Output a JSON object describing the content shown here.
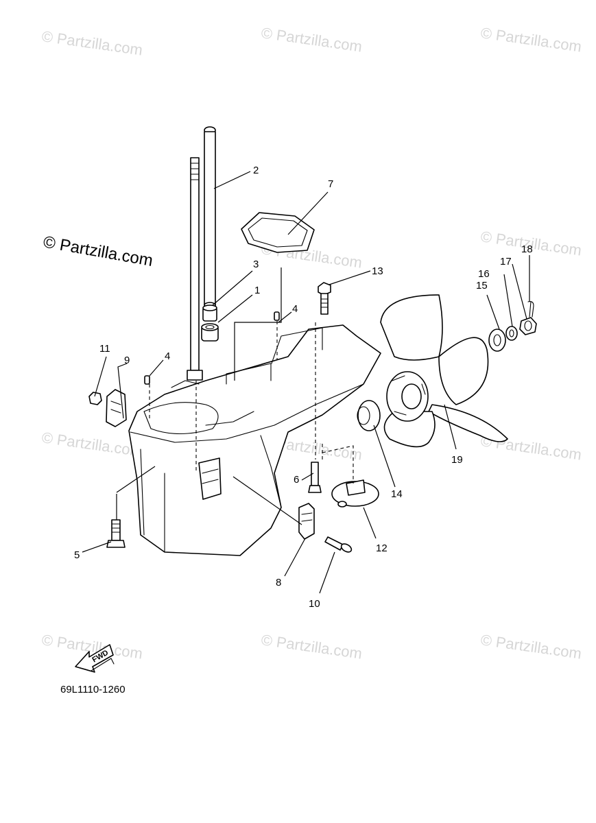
{
  "watermark": {
    "text": "© Partzilla.com",
    "highlight_text": "© Partzilla.com"
  },
  "callouts": [
    "1",
    "2",
    "3",
    "4",
    "4",
    "5",
    "6",
    "7",
    "8",
    "9",
    "10",
    "11",
    "12",
    "13",
    "14",
    "15",
    "16",
    "17",
    "18",
    "19"
  ],
  "fwd_label": "FWD",
  "diagram_code": "69L1110-1260"
}
